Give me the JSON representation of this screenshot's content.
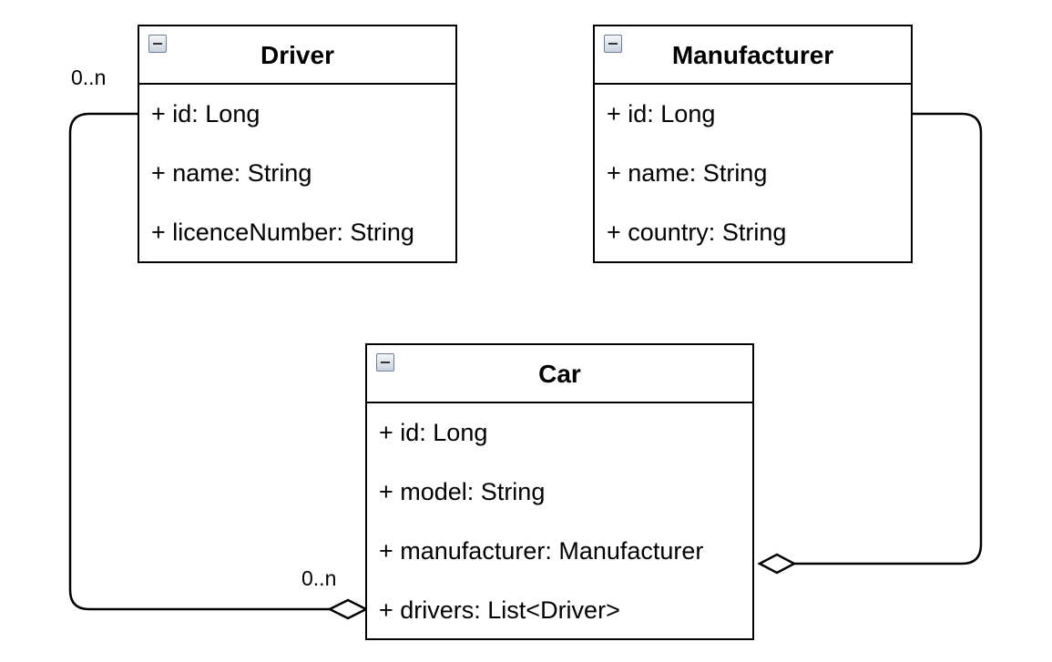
{
  "classes": {
    "driver": {
      "name": "Driver",
      "attributes": [
        "+ id: Long",
        "+ name: String",
        "+ licenceNumber: String"
      ]
    },
    "manufacturer": {
      "name": "Manufacturer",
      "attributes": [
        "+ id: Long",
        "+ name: String",
        "+ country: String"
      ]
    },
    "car": {
      "name": "Car",
      "attributes": [
        "+ id: Long",
        "+ model: String",
        "+ manufacturer: Manufacturer",
        "+ drivers: List<Driver>"
      ]
    }
  },
  "associations": {
    "driver_car": {
      "kind": "aggregation",
      "source_multiplicity": "0..n",
      "target_multiplicity": "0..n"
    },
    "manufacturer_car": {
      "kind": "aggregation"
    }
  }
}
